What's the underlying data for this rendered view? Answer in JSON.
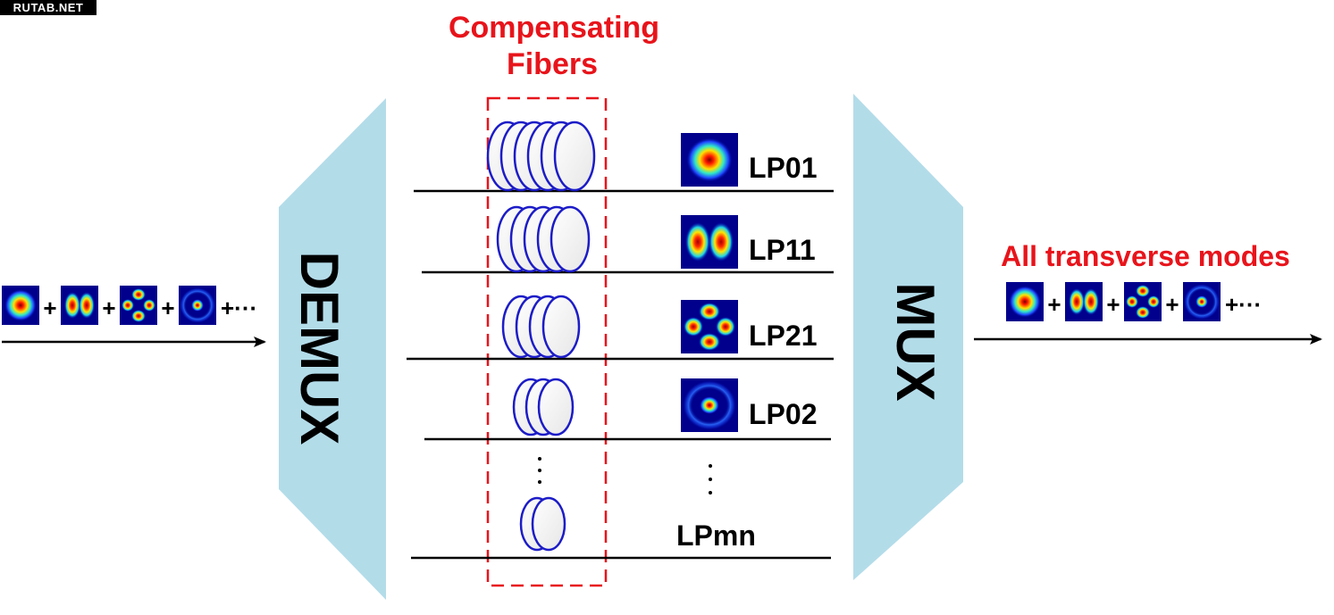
{
  "watermark": "RUTAB.NET",
  "compensating_label": [
    "Compensating",
    "Fibers"
  ],
  "demux_label": "DEMUX",
  "mux_label": "MUX",
  "output_label": "All transverse modes",
  "input_sequence": [
    "LP01",
    "LP11",
    "LP21",
    "LP02"
  ],
  "output_sequence": [
    "LP01",
    "LP11",
    "LP21",
    "LP02"
  ],
  "plus_sign": "+",
  "ellipsis": "+···",
  "channels": [
    {
      "mode": "LP01",
      "label": "LP01",
      "fiber_coils": 6
    },
    {
      "mode": "LP11",
      "label": "LP11",
      "fiber_coils": 5
    },
    {
      "mode": "LP21",
      "label": "LP21",
      "fiber_coils": 4
    },
    {
      "mode": "LP02",
      "label": "LP02",
      "fiber_coils": 3
    },
    {
      "mode": "LPmn",
      "label": "LPmn",
      "fiber_coils": 2
    }
  ],
  "colors": {
    "accent_red": "#e8141b",
    "mux_fill": "#b3dce9",
    "coil_stroke": "#1c1cc8",
    "line": "#000000"
  }
}
